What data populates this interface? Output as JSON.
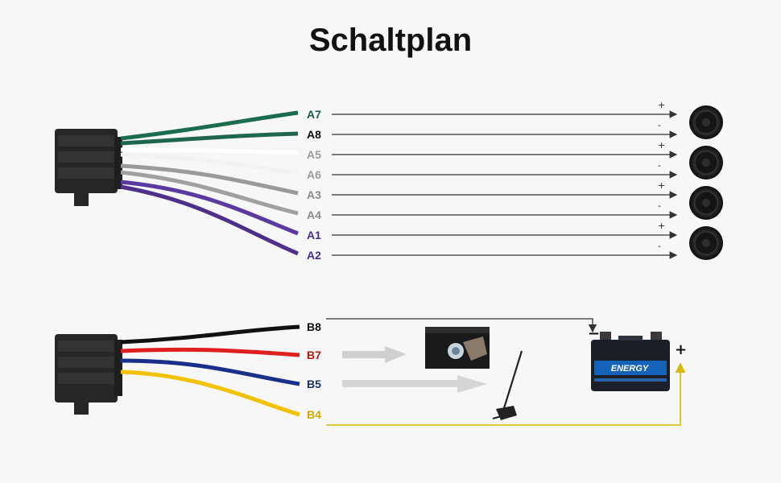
{
  "title": "Schaltplan",
  "colors": {
    "arrow": "#333333",
    "battery_plus_line": "#d9b800",
    "connector": "#2a2a2a"
  },
  "speaker_harness": {
    "wires": [
      {
        "label": "A7",
        "polarity": "+",
        "wire_color": "#1b6b4d",
        "label_color": "#1b5a44"
      },
      {
        "label": "A8",
        "polarity": "-",
        "wire_color": "#1f6650",
        "label_color": "#111111"
      },
      {
        "label": "A5",
        "polarity": "+",
        "wire_color": "#ffffff",
        "label_color": "#9a9a9a"
      },
      {
        "label": "A6",
        "polarity": "-",
        "wire_color": "#f0f0f0",
        "label_color": "#9a9a9a"
      },
      {
        "label": "A3",
        "polarity": "+",
        "wire_color": "#9a9a9a",
        "label_color": "#8a8a8a"
      },
      {
        "label": "A4",
        "polarity": "-",
        "wire_color": "#9d9d9d",
        "label_color": "#8a8a8a"
      },
      {
        "label": "A1",
        "polarity": "+",
        "wire_color": "#5a3a9e",
        "label_color": "#4b2e8c"
      },
      {
        "label": "A2",
        "polarity": "-",
        "wire_color": "#4e2f8a",
        "label_color": "#4b2e8c"
      }
    ],
    "speakers": [
      "speaker-icon",
      "speaker-icon",
      "speaker-icon",
      "speaker-icon"
    ]
  },
  "power_harness": {
    "wires": [
      {
        "label": "B8",
        "wire_color": "#111111",
        "label_color": "#111111",
        "target": "battery-minus"
      },
      {
        "label": "B7",
        "wire_color": "#e02020",
        "label_color": "#b01818",
        "target": "ignition-key"
      },
      {
        "label": "B5",
        "wire_color": "#1a2f8a",
        "label_color": "#1a2f6a",
        "target": "antenna"
      },
      {
        "label": "B4",
        "wire_color": "#f2c200",
        "label_color": "#d4a800",
        "target": "battery-plus"
      }
    ],
    "battery": {
      "brand": "ENERGY",
      "minus": "−",
      "plus": "+"
    }
  }
}
